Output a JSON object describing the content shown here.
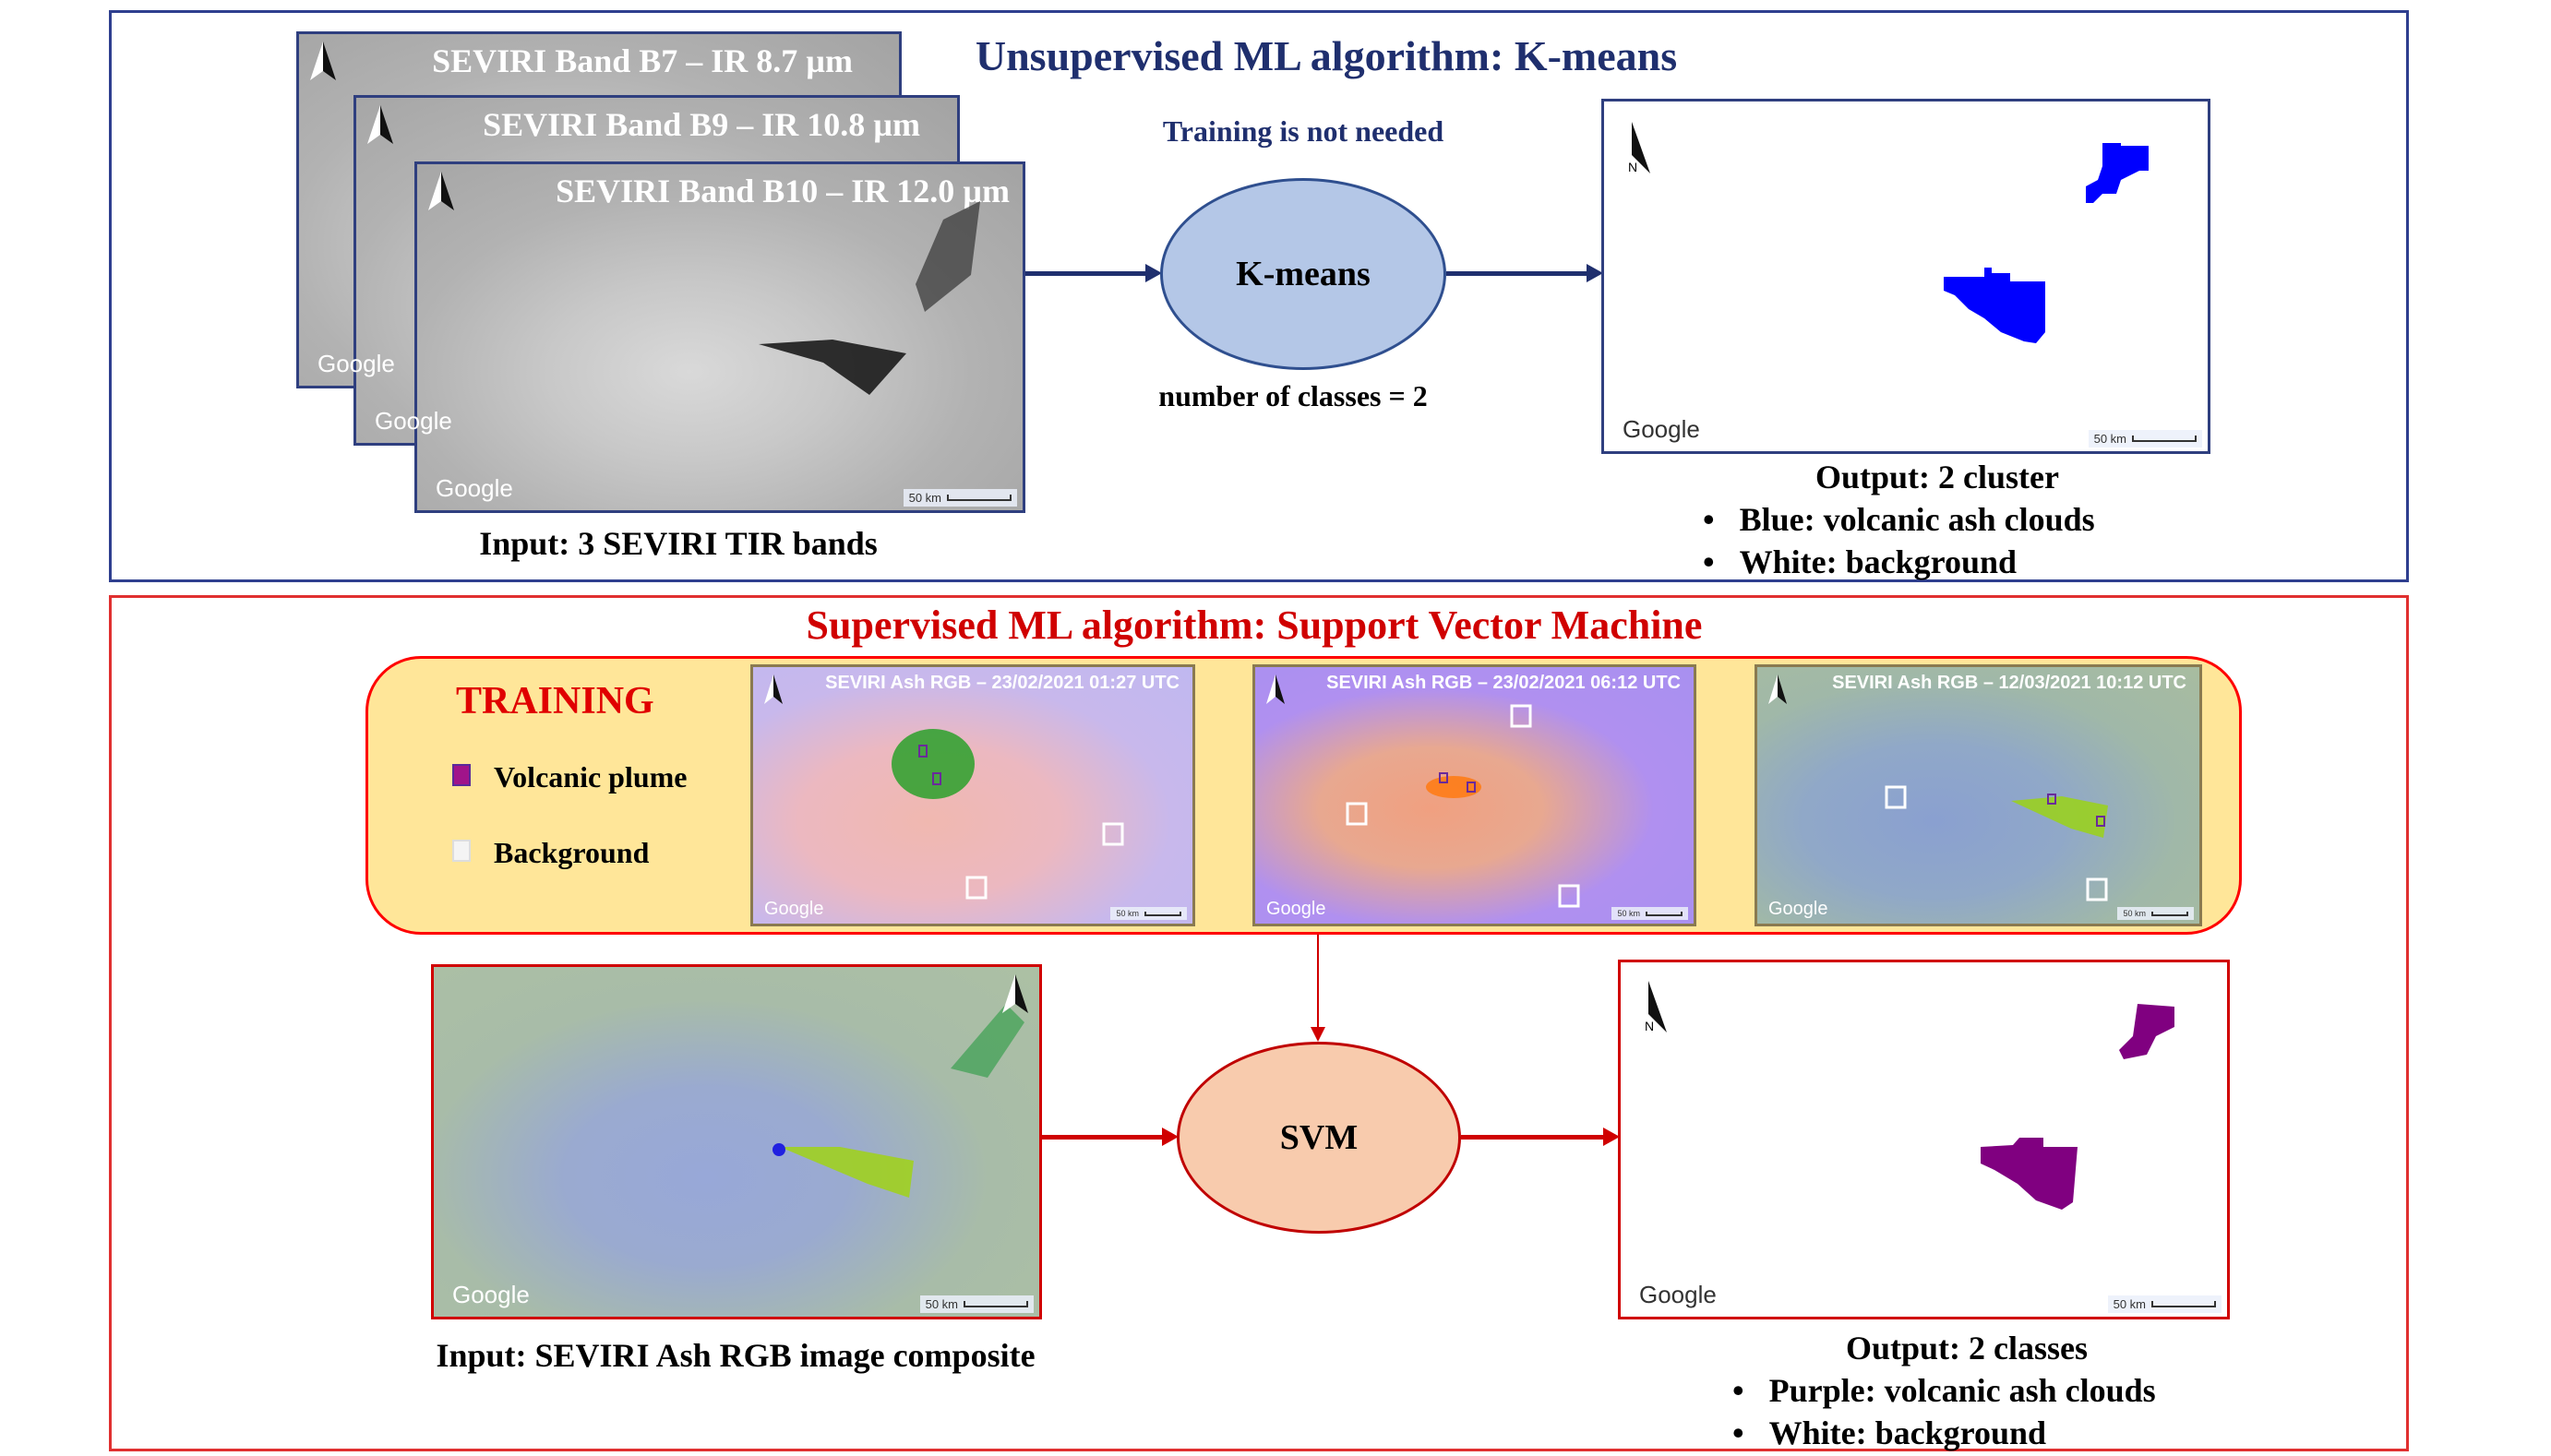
{
  "top": {
    "title": "Unsupervised ML algorithm: K-means",
    "bands": [
      "SEVIRI Band B7 – IR 8.7 µm",
      "SEVIRI Band B9 – IR 10.8 µm",
      "SEVIRI Band B10 – IR 12.0 µm"
    ],
    "input_label": "Input: 3 SEVIRI TIR bands",
    "training_note": "Training is not needed",
    "algorithm": "K-means",
    "classes_note": "number of classes = 2",
    "output_title": "Output: 2 cluster",
    "output_bullets": [
      "Blue: volcanic ash clouds",
      "White: background"
    ],
    "output_color": "#0000ff"
  },
  "bottom": {
    "title": "Supervised ML algorithm: Support Vector Machine",
    "training_label": "TRAINING",
    "legend": [
      "Volcanic plume",
      "Background"
    ],
    "training_images": [
      "SEVIRI Ash RGB – 23/02/2021 01:27 UTC",
      "SEVIRI Ash RGB – 23/02/2021 06:12 UTC",
      "SEVIRI Ash RGB – 12/03/2021 10:12 UTC"
    ],
    "input_label": "Input: SEVIRI Ash RGB image composite",
    "algorithm": "SVM",
    "output_title": "Output: 2 classes",
    "output_bullets": [
      "Purple: volcanic ash clouds",
      "White: background"
    ],
    "output_color": "#800080"
  },
  "map": {
    "google": "Google",
    "scale": "50 km",
    "north": "N"
  },
  "colors": {
    "navy": "#1f2f6e",
    "red": "#d00000",
    "kmeans_fill": "#b4c7e7",
    "svm_fill": "#f8cbad",
    "training_fill": "#ffe699"
  }
}
